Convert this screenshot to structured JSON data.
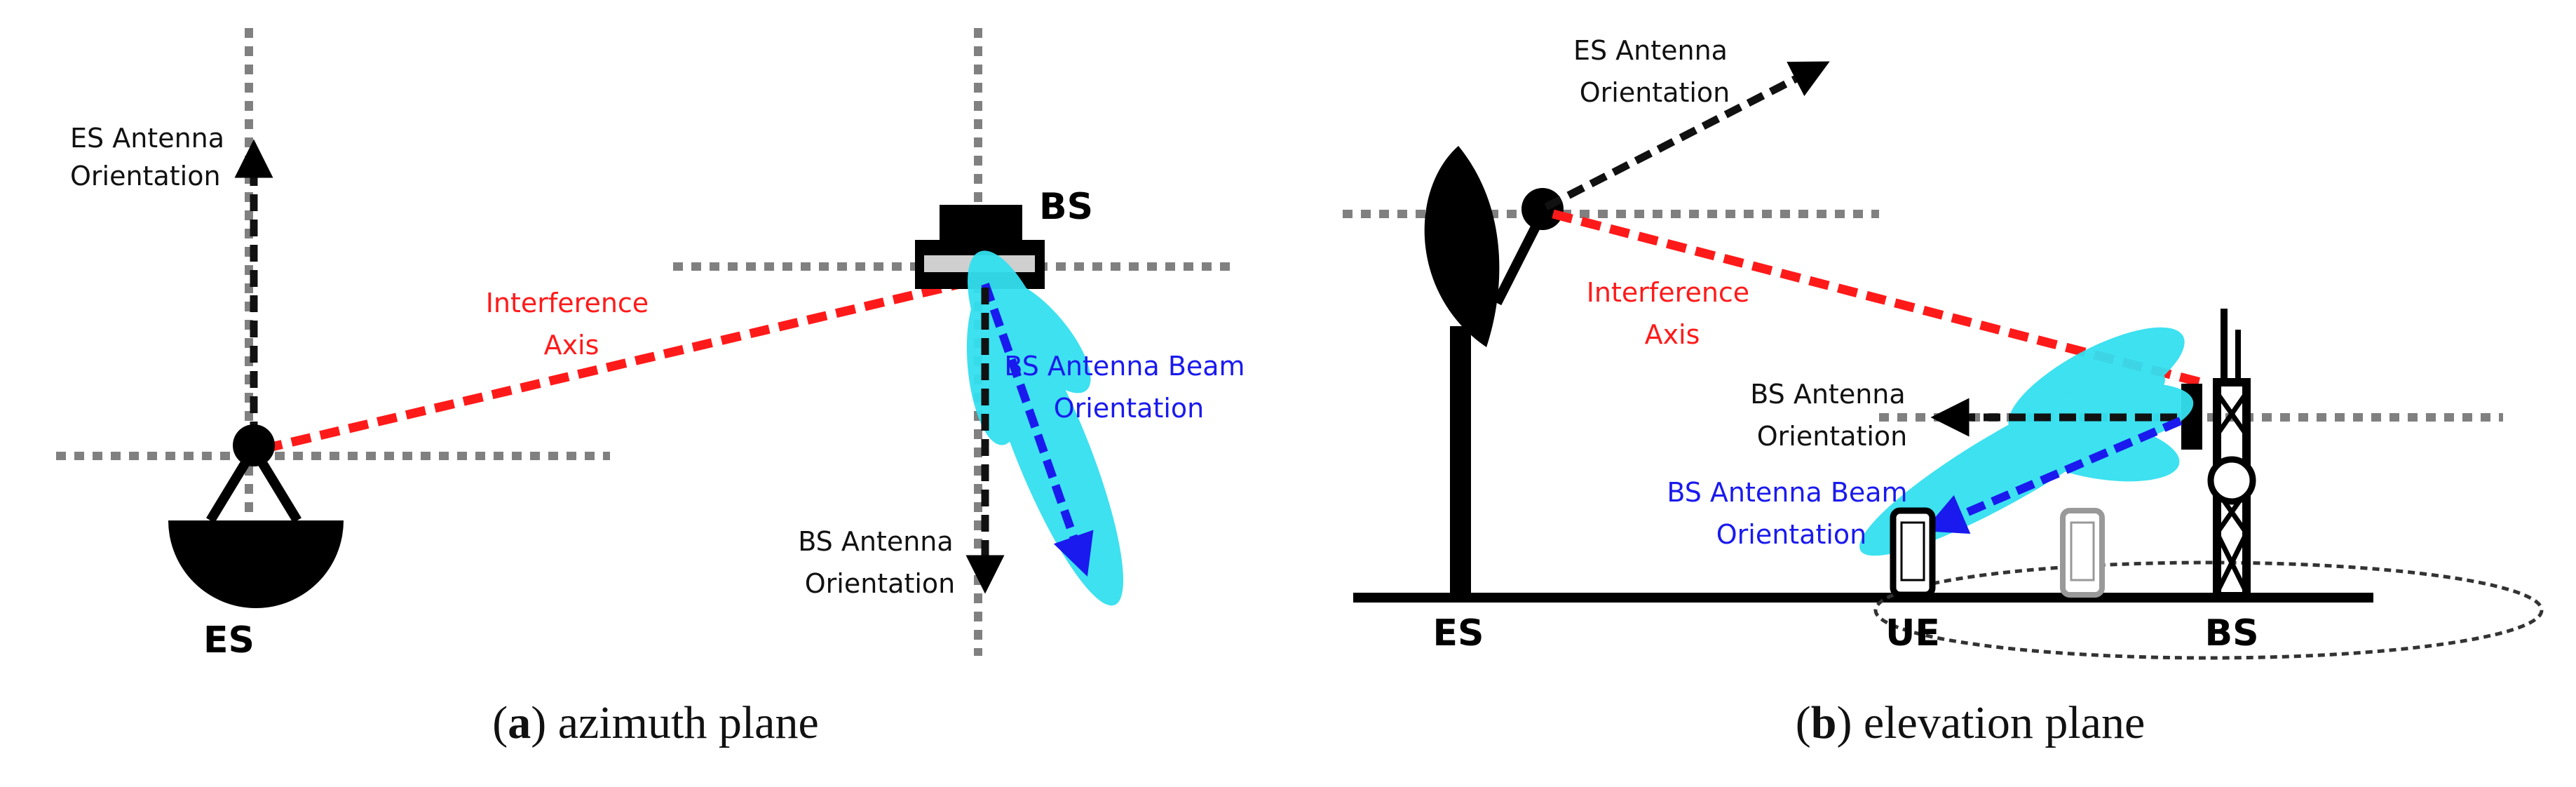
{
  "panel_a": {
    "es_orientation_line1": "ES Antenna",
    "es_orientation_line2": "Orientation",
    "bs_label": "BS",
    "interference_line1": "Interference",
    "interference_line2": "Axis",
    "beam_line1": "BS Antenna Beam",
    "beam_line2": "Orientation",
    "bs_orientation_line1": "BS Antenna",
    "bs_orientation_line2": "Orientation",
    "es_label": "ES",
    "caption_letter": "a",
    "caption_text": "azimuth plane"
  },
  "panel_b": {
    "es_orientation_line1": "ES Antenna",
    "es_orientation_line2": "Orientation",
    "interference_line1": "Interference",
    "interference_line2": "Axis",
    "bs_orientation_line1": "BS Antenna",
    "bs_orientation_line2": "Orientation",
    "beam_line1": "BS Antenna Beam",
    "beam_line2": "Orientation",
    "es_label": "ES",
    "ue_label": "UE",
    "bs_label": "BS",
    "caption_letter": "b",
    "caption_text": "elevation plane"
  },
  "colors": {
    "interference": "#ff1a1a",
    "beam_arrow": "#1a1aee",
    "beam_lobe": "#33e0f0",
    "axis_gray": "#808080"
  }
}
